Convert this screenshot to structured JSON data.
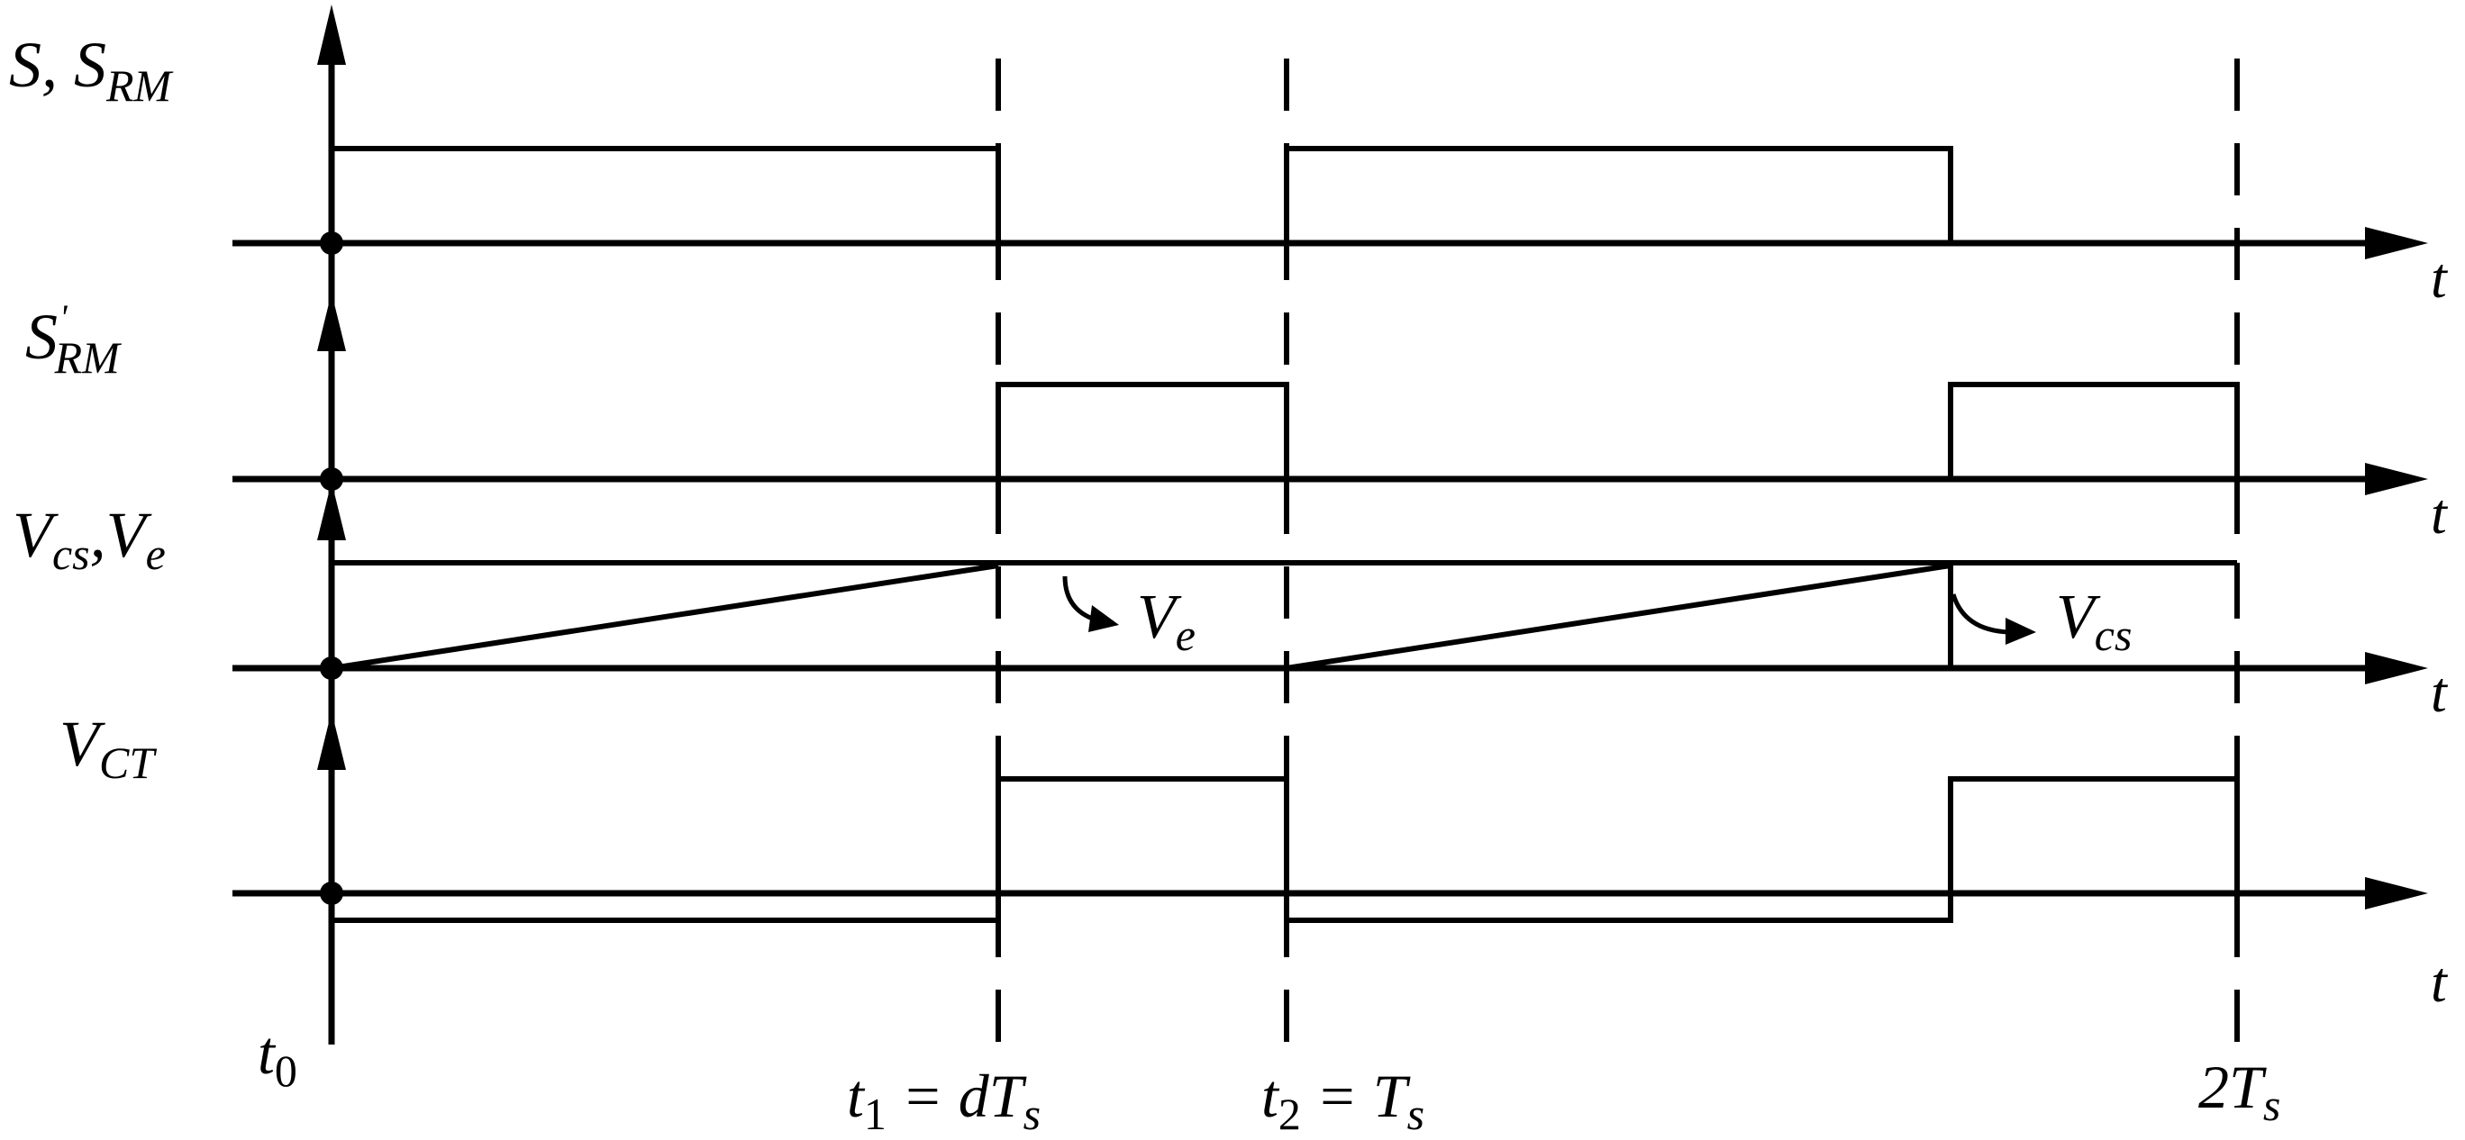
{
  "colors": {
    "stroke": "#000000",
    "background": "#ffffff"
  },
  "channels": [
    {
      "id": "s",
      "label": "S, S",
      "label_sub": "RM",
      "label_sup": ""
    },
    {
      "id": "srm_prime",
      "label": "S",
      "label_sub": "RM",
      "label_sup": "'"
    },
    {
      "id": "vcs_ve",
      "label": "V",
      "label_sub": "cs",
      "label_mid": ",V",
      "label_sub2": "e"
    },
    {
      "id": "vct",
      "label": "V",
      "label_sub": "CT"
    }
  ],
  "time_axis_label": "t",
  "time_marks": [
    {
      "id": "t0",
      "main": "t",
      "sub": "0",
      "tail": "",
      "tail_sub": ""
    },
    {
      "id": "t1",
      "main": "t",
      "sub": "1",
      "tail": " = dT",
      "tail_sub": "s"
    },
    {
      "id": "t2",
      "main": "t",
      "sub": "2",
      "tail": " = T",
      "tail_sub": "s"
    },
    {
      "id": "t3",
      "main": "2T",
      "sub": "s",
      "tail": "",
      "tail_sub": ""
    }
  ],
  "annotations": [
    {
      "id": "ve",
      "main": "V",
      "sub": "e"
    },
    {
      "id": "vcs",
      "main": "V",
      "sub": "cs"
    }
  ]
}
